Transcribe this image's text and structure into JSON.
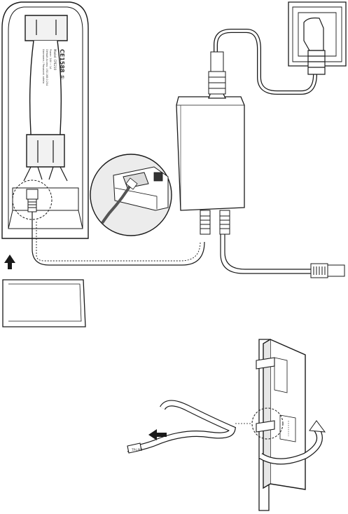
{
  "device_label": {
    "brand_line": "CE1588 ①",
    "model_line": "Model: CPE210",
    "spec_lines": [
      "Power: 24V ⎓ 1A",
      "Default Access: 192.168.0.254",
      "Username / Password: admin"
    ]
  },
  "tie_tag_text": "TP-LINK",
  "colors": {
    "line": "#1a1a1a",
    "device_fill": "#ffffff",
    "shade": "#e6e6e6",
    "inset_bg": "#ececec"
  }
}
